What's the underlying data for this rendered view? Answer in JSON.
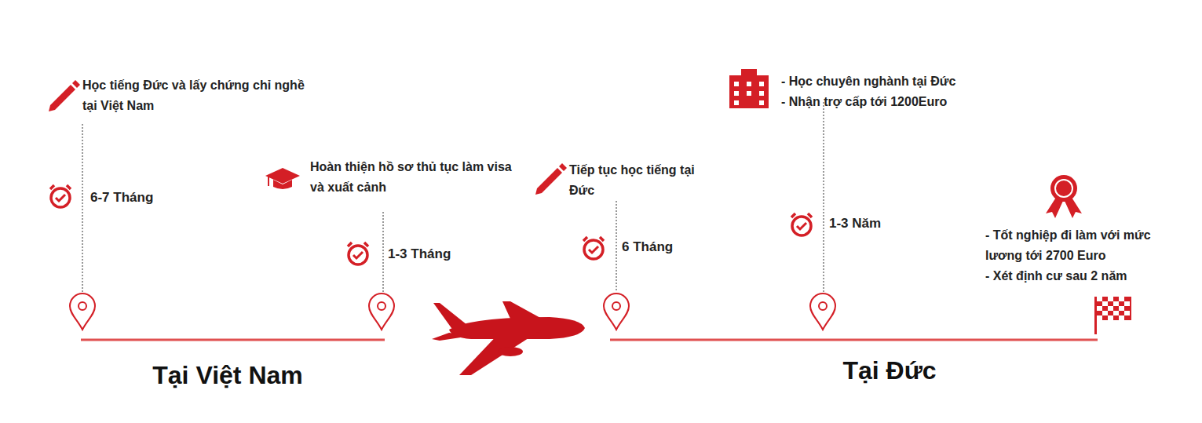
{
  "diagram": {
    "labels": [
      "Học tiếng Đức và lấy chứng chỉ nghề tại Việt Nam",
      "6-7 Tháng",
      "Hoàn thiện hồ sơ thủ tục làm visa và xuất cảnh",
      "1-3 Tháng",
      "Tiếp tục học tiếng tại Đức",
      "6 Tháng",
      "- Học chuyên nghành tại Đức",
      "- Nhận trợ cấp tới 1200Euro",
      "1-3 Năm",
      "- Tốt nghiệp đi làm với mức lương tới 2700 Euro",
      "- Xét định cư sau 2 năm",
      "Tại Việt Nam",
      "Tại Đức"
    ]
  }
}
